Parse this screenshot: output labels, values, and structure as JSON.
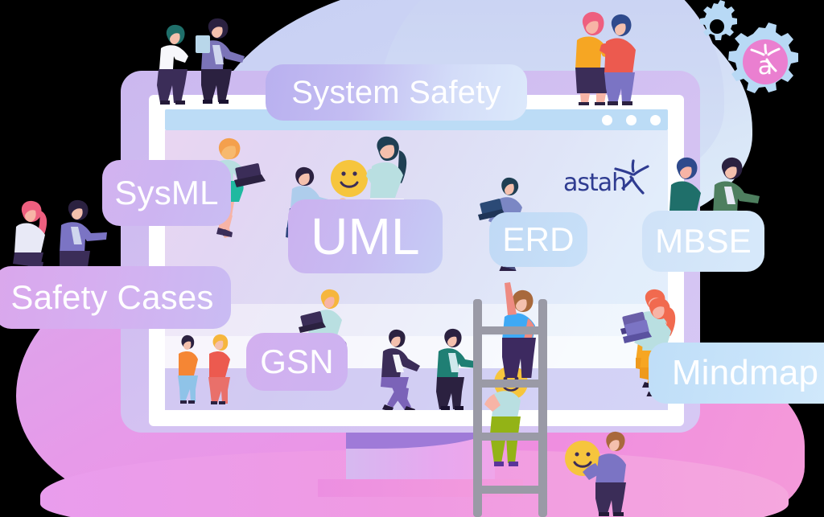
{
  "meta": {
    "kind": "marketing-illustration",
    "alt": "Astah product illustration: people around a computer monitor with diagram-type labels"
  },
  "brand": {
    "logo_text": "astah",
    "logo_color": "#2f3c91",
    "badge_letter": "a",
    "badge_circle_color": "#ea7fd0",
    "gear_color": "#b8d9f5"
  },
  "window": {
    "titlebar_color": "#bcdcf6",
    "dots": [
      "dot-1",
      "dot-2",
      "dot-3"
    ],
    "screen_gradient_from": "#e9d6f2",
    "screen_gradient_to": "#e4f0fc"
  },
  "labels": [
    {
      "id": "system-safety",
      "text": "System Safety",
      "color": "#c3bdf2"
    },
    {
      "id": "sysml",
      "text": "SysML",
      "color": "#cdb4f1"
    },
    {
      "id": "safety-cases",
      "text": "Safety Cases",
      "color": "#d6aef0"
    },
    {
      "id": "uml",
      "text": "UML",
      "color": "#c7bbf2"
    },
    {
      "id": "erd",
      "text": "ERD",
      "color": "#c4dcf6"
    },
    {
      "id": "mbse",
      "text": "MBSE",
      "color": "#d3e5f9"
    },
    {
      "id": "gsn",
      "text": "GSN",
      "color": "#cfb2f0"
    },
    {
      "id": "mindmap",
      "text": "Mindmap",
      "color": "#c5e1f9"
    }
  ],
  "background": {
    "top_blob_color": "#ccd4f4",
    "bottom_blob_color": "#ea93e7"
  }
}
